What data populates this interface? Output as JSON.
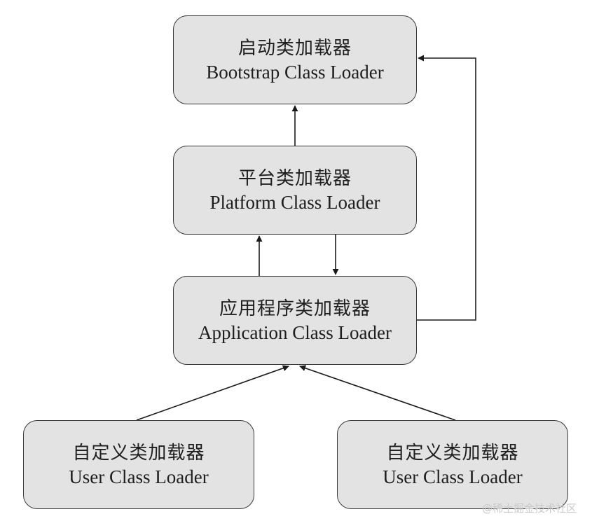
{
  "nodes": {
    "bootstrap": {
      "cn": "启动类加载器",
      "en": "Bootstrap Class Loader"
    },
    "platform": {
      "cn": "平台类加载器",
      "en": "Platform Class Loader"
    },
    "application": {
      "cn": "应用程序类加载器",
      "en": "Application Class Loader"
    },
    "user_left": {
      "cn": "自定义类加载器",
      "en": "User Class Loader"
    },
    "user_right": {
      "cn": "自定义类加载器",
      "en": "User Class Loader"
    }
  },
  "watermark": "@稀土掘金技术社区",
  "colors": {
    "node_fill": "#e3e3e3",
    "stroke": "#3a3a3a",
    "arrow": "#1a1a1a"
  }
}
